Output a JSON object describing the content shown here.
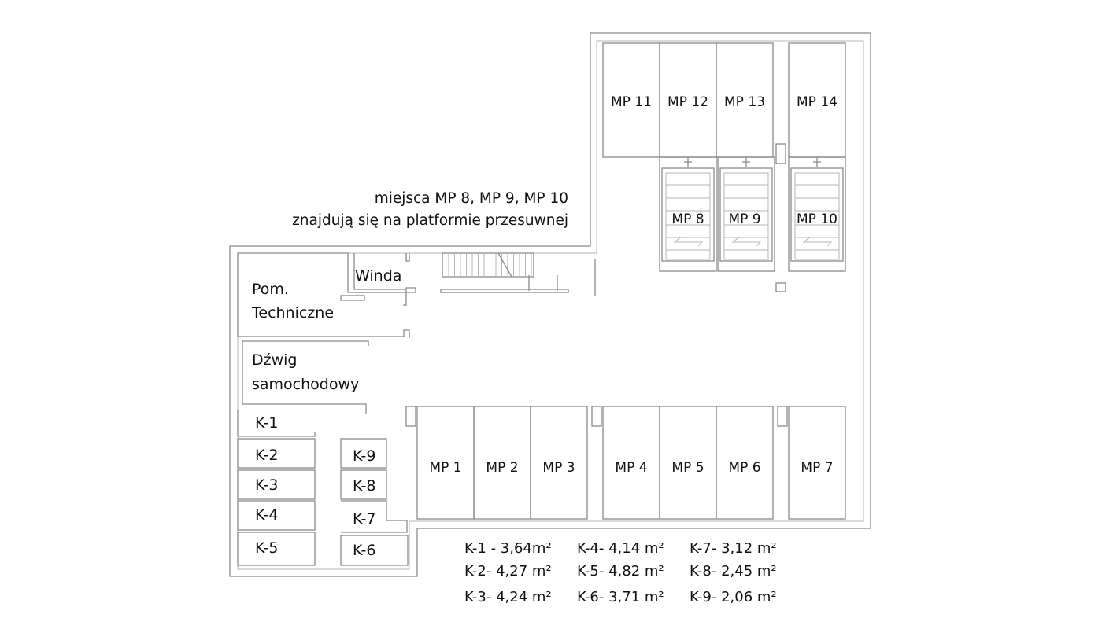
{
  "note": {
    "line1": "miejsca MP 8, MP 9, MP 10",
    "line2": "znajdują się na platformie przesuwnej"
  },
  "rooms": {
    "winda": "Winda",
    "pom1": "Pom.",
    "pom2": "Techniczne",
    "dzwig1": "Dźwig",
    "dzwig2": "samochodowy"
  },
  "parking_top": [
    "MP 11",
    "MP 12",
    "MP 13",
    "MP 14"
  ],
  "parking_platform": [
    "MP 8",
    "MP 9",
    "MP 10"
  ],
  "parking_bottom": [
    "MP 1",
    "MP 2",
    "MP 3",
    "MP 4",
    "MP 5",
    "MP 6",
    "MP 7"
  ],
  "storage": {
    "k1": "K-1",
    "k2": "K-2",
    "k3": "K-3",
    "k4": "K-4",
    "k5": "K-5",
    "k6": "K-6",
    "k7": "K-7",
    "k8": "K-8",
    "k9": "K-9"
  },
  "legend": [
    [
      "K-1 - 3,64m²",
      "K-4- 4,14 m²",
      "K-7- 3,12 m²"
    ],
    [
      "K-2- 4,27 m²",
      "K-5- 4,82 m²",
      "K-8- 2,45 m²"
    ],
    [
      "K-3- 4,24 m²",
      "K-6- 3,71 m²",
      "K-9- 2,06 m²"
    ]
  ]
}
